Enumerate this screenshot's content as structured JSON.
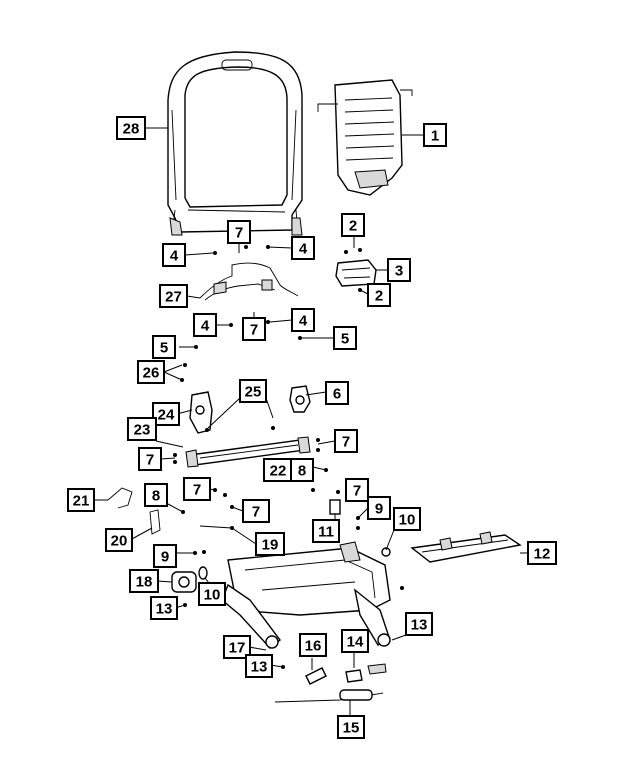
{
  "callouts": [
    {
      "label": "28"
    },
    {
      "label": "1"
    },
    {
      "label": "7"
    },
    {
      "label": "4"
    },
    {
      "label": "4"
    },
    {
      "label": "2"
    },
    {
      "label": "3"
    },
    {
      "label": "2"
    },
    {
      "label": "27"
    },
    {
      "label": "4"
    },
    {
      "label": "7"
    },
    {
      "label": "4"
    },
    {
      "label": "5"
    },
    {
      "label": "5"
    },
    {
      "label": "26"
    },
    {
      "label": "25"
    },
    {
      "label": "6"
    },
    {
      "label": "24"
    },
    {
      "label": "23"
    },
    {
      "label": "7"
    },
    {
      "label": "7"
    },
    {
      "label": "22"
    },
    {
      "label": "8"
    },
    {
      "label": "7"
    },
    {
      "label": "7"
    },
    {
      "label": "21"
    },
    {
      "label": "8"
    },
    {
      "label": "9"
    },
    {
      "label": "7"
    },
    {
      "label": "10"
    },
    {
      "label": "11"
    },
    {
      "label": "20"
    },
    {
      "label": "19"
    },
    {
      "label": "12"
    },
    {
      "label": "9"
    },
    {
      "label": "18"
    },
    {
      "label": "10"
    },
    {
      "label": "13"
    },
    {
      "label": "13"
    },
    {
      "label": "17"
    },
    {
      "label": "16"
    },
    {
      "label": "14"
    },
    {
      "label": "13"
    },
    {
      "label": "15"
    }
  ]
}
